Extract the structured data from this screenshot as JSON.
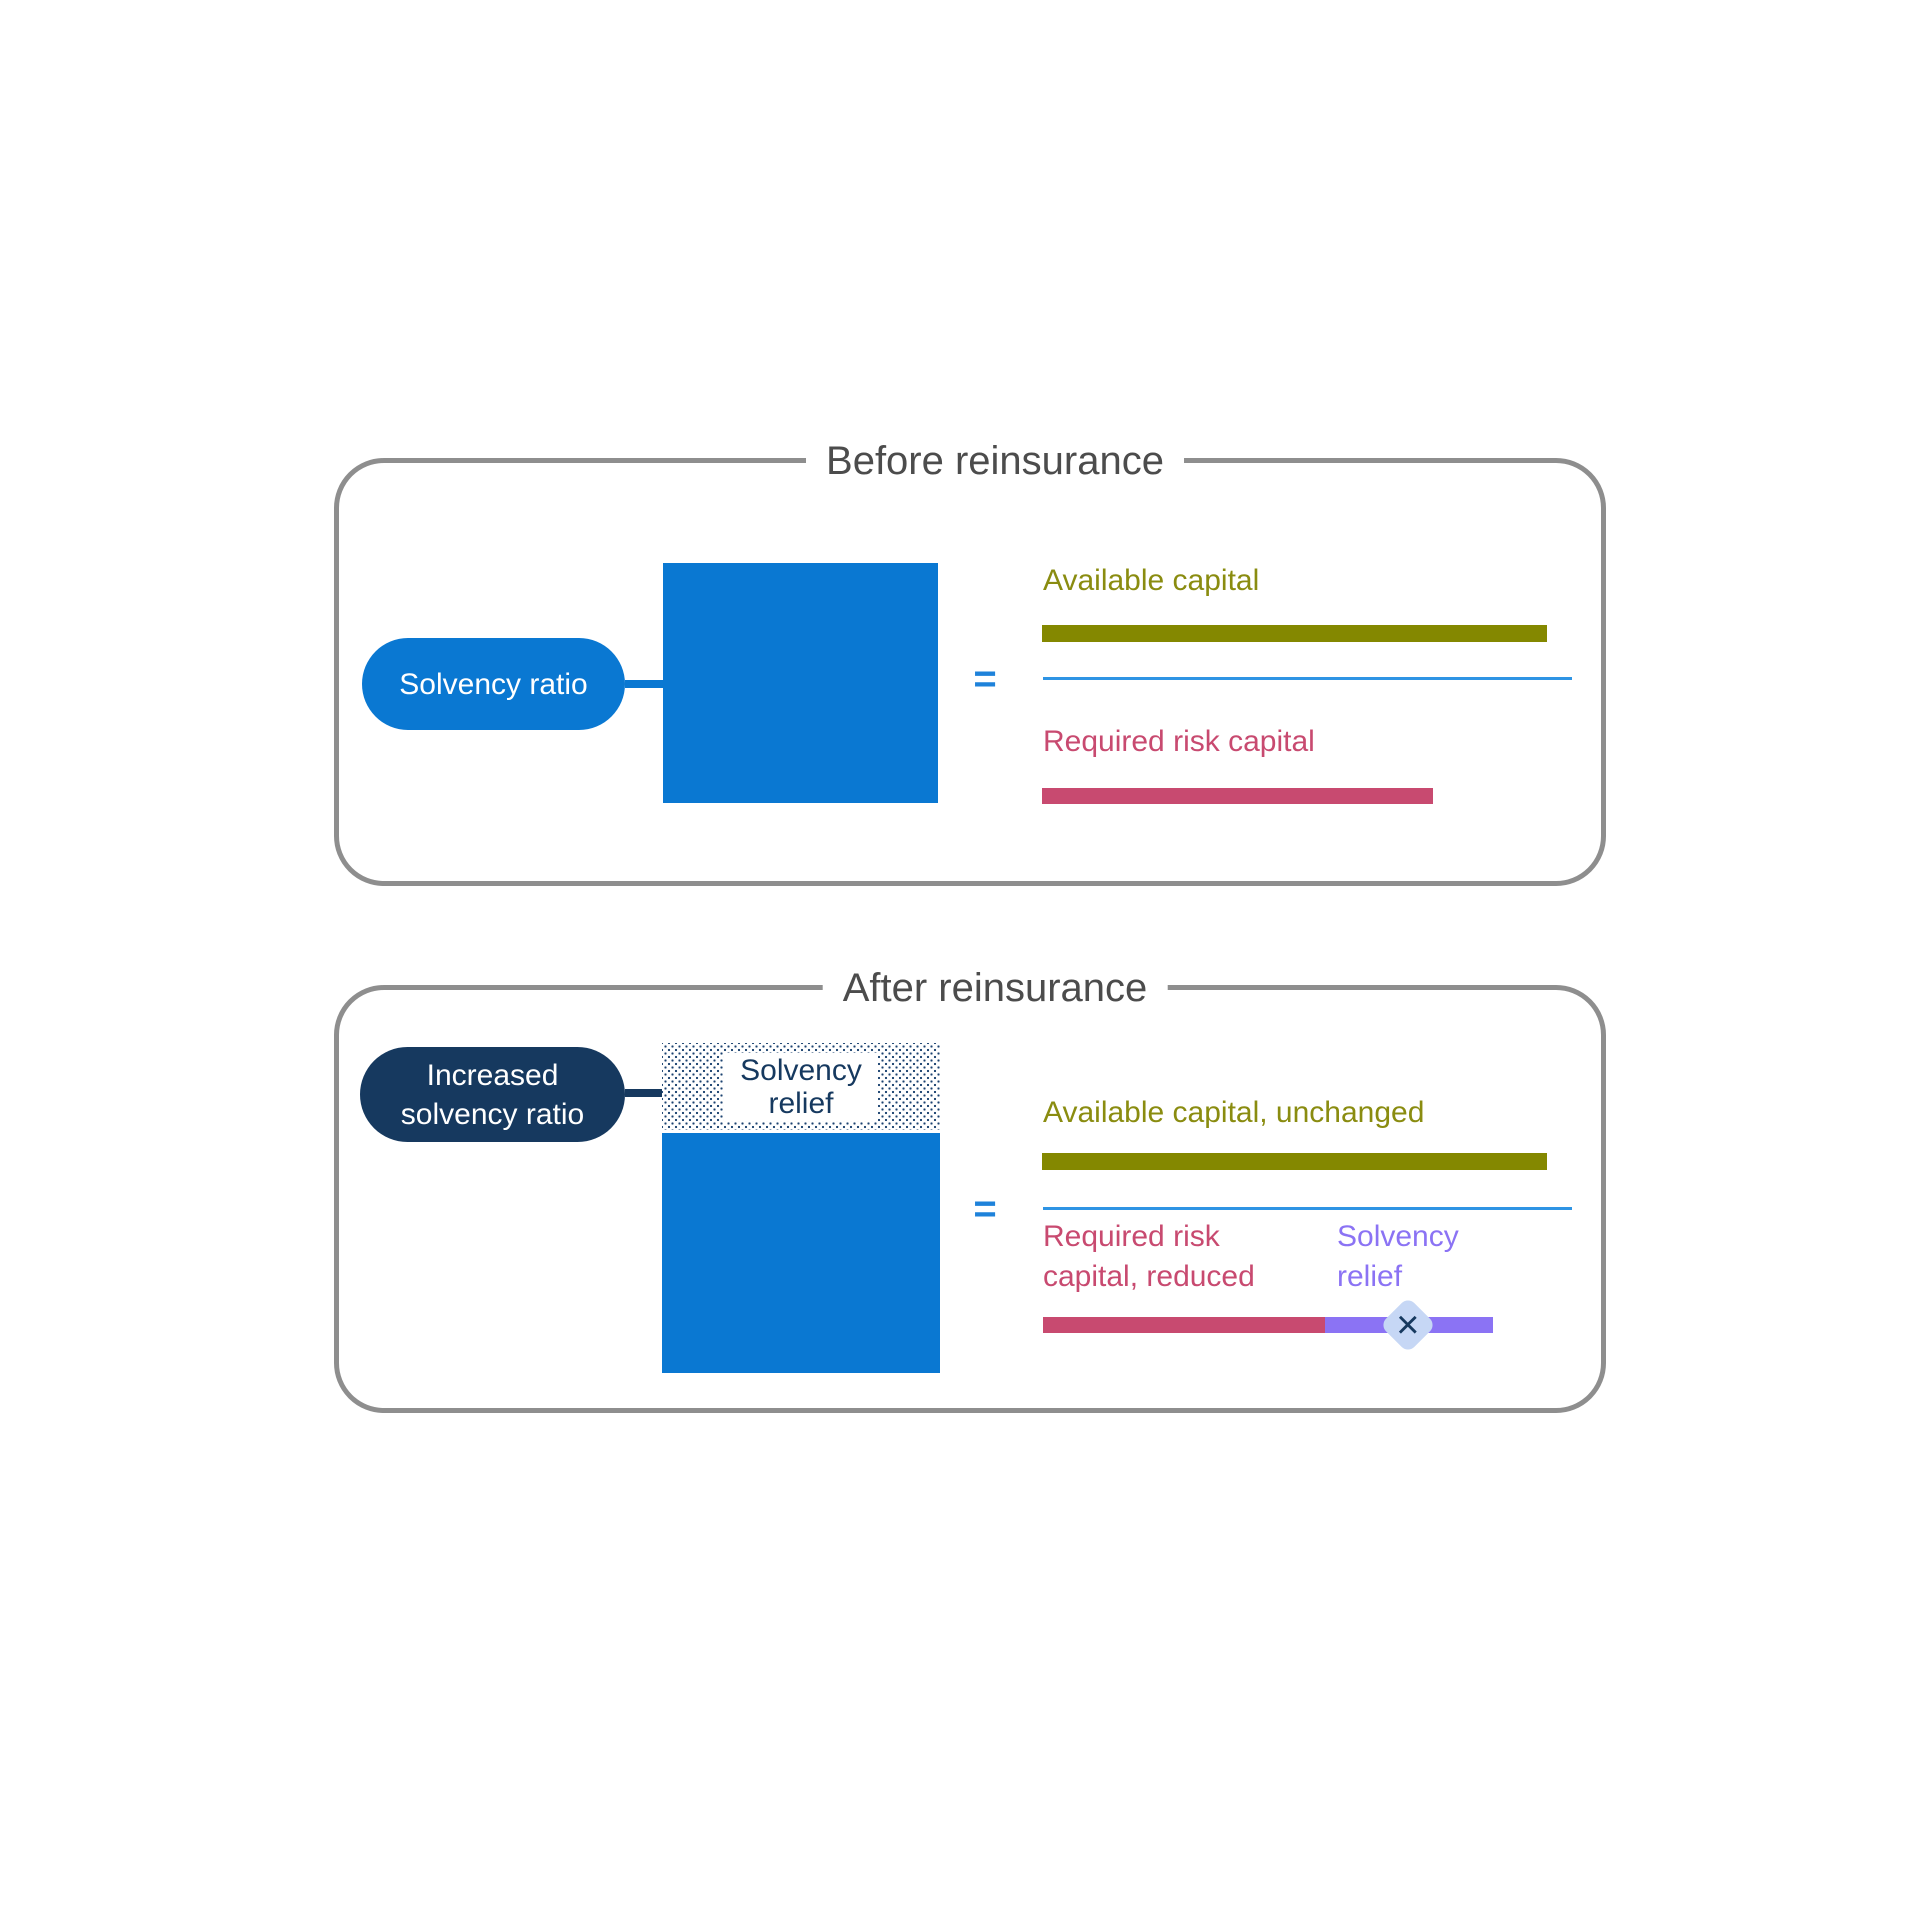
{
  "colors": {
    "brand-blue": "#0a78d2",
    "navy": "#16395f",
    "equals-blue": "#1e82da",
    "fraction-blue": "#2e94e4",
    "olive": "#848800",
    "olive-text": "#8a8c10",
    "pink": "#c84a70",
    "purple": "#8b73f4",
    "diamond-bg": "#c6d7f5",
    "border-gray": "#8e8e8e",
    "title-gray": "#4c4c4c",
    "dot-navy": "#1b4270"
  },
  "before": {
    "title": "Before reinsurance",
    "pill_label": "Solvency ratio",
    "equals": "=",
    "numerator_label": "Available capital",
    "denominator_label": "Required risk capital"
  },
  "after": {
    "title": "After reinsurance",
    "pill_line1": "Increased",
    "pill_line2": "solvency ratio",
    "relief_box_line1": "Solvency",
    "relief_box_line2": "relief",
    "equals": "=",
    "numerator_label": "Available capital, unchanged",
    "denominator_line1": "Required risk",
    "denominator_line2": "capital, reduced",
    "relief_label_line1": "Solvency",
    "relief_label_line2": "relief",
    "multiply_symbol": "×"
  }
}
